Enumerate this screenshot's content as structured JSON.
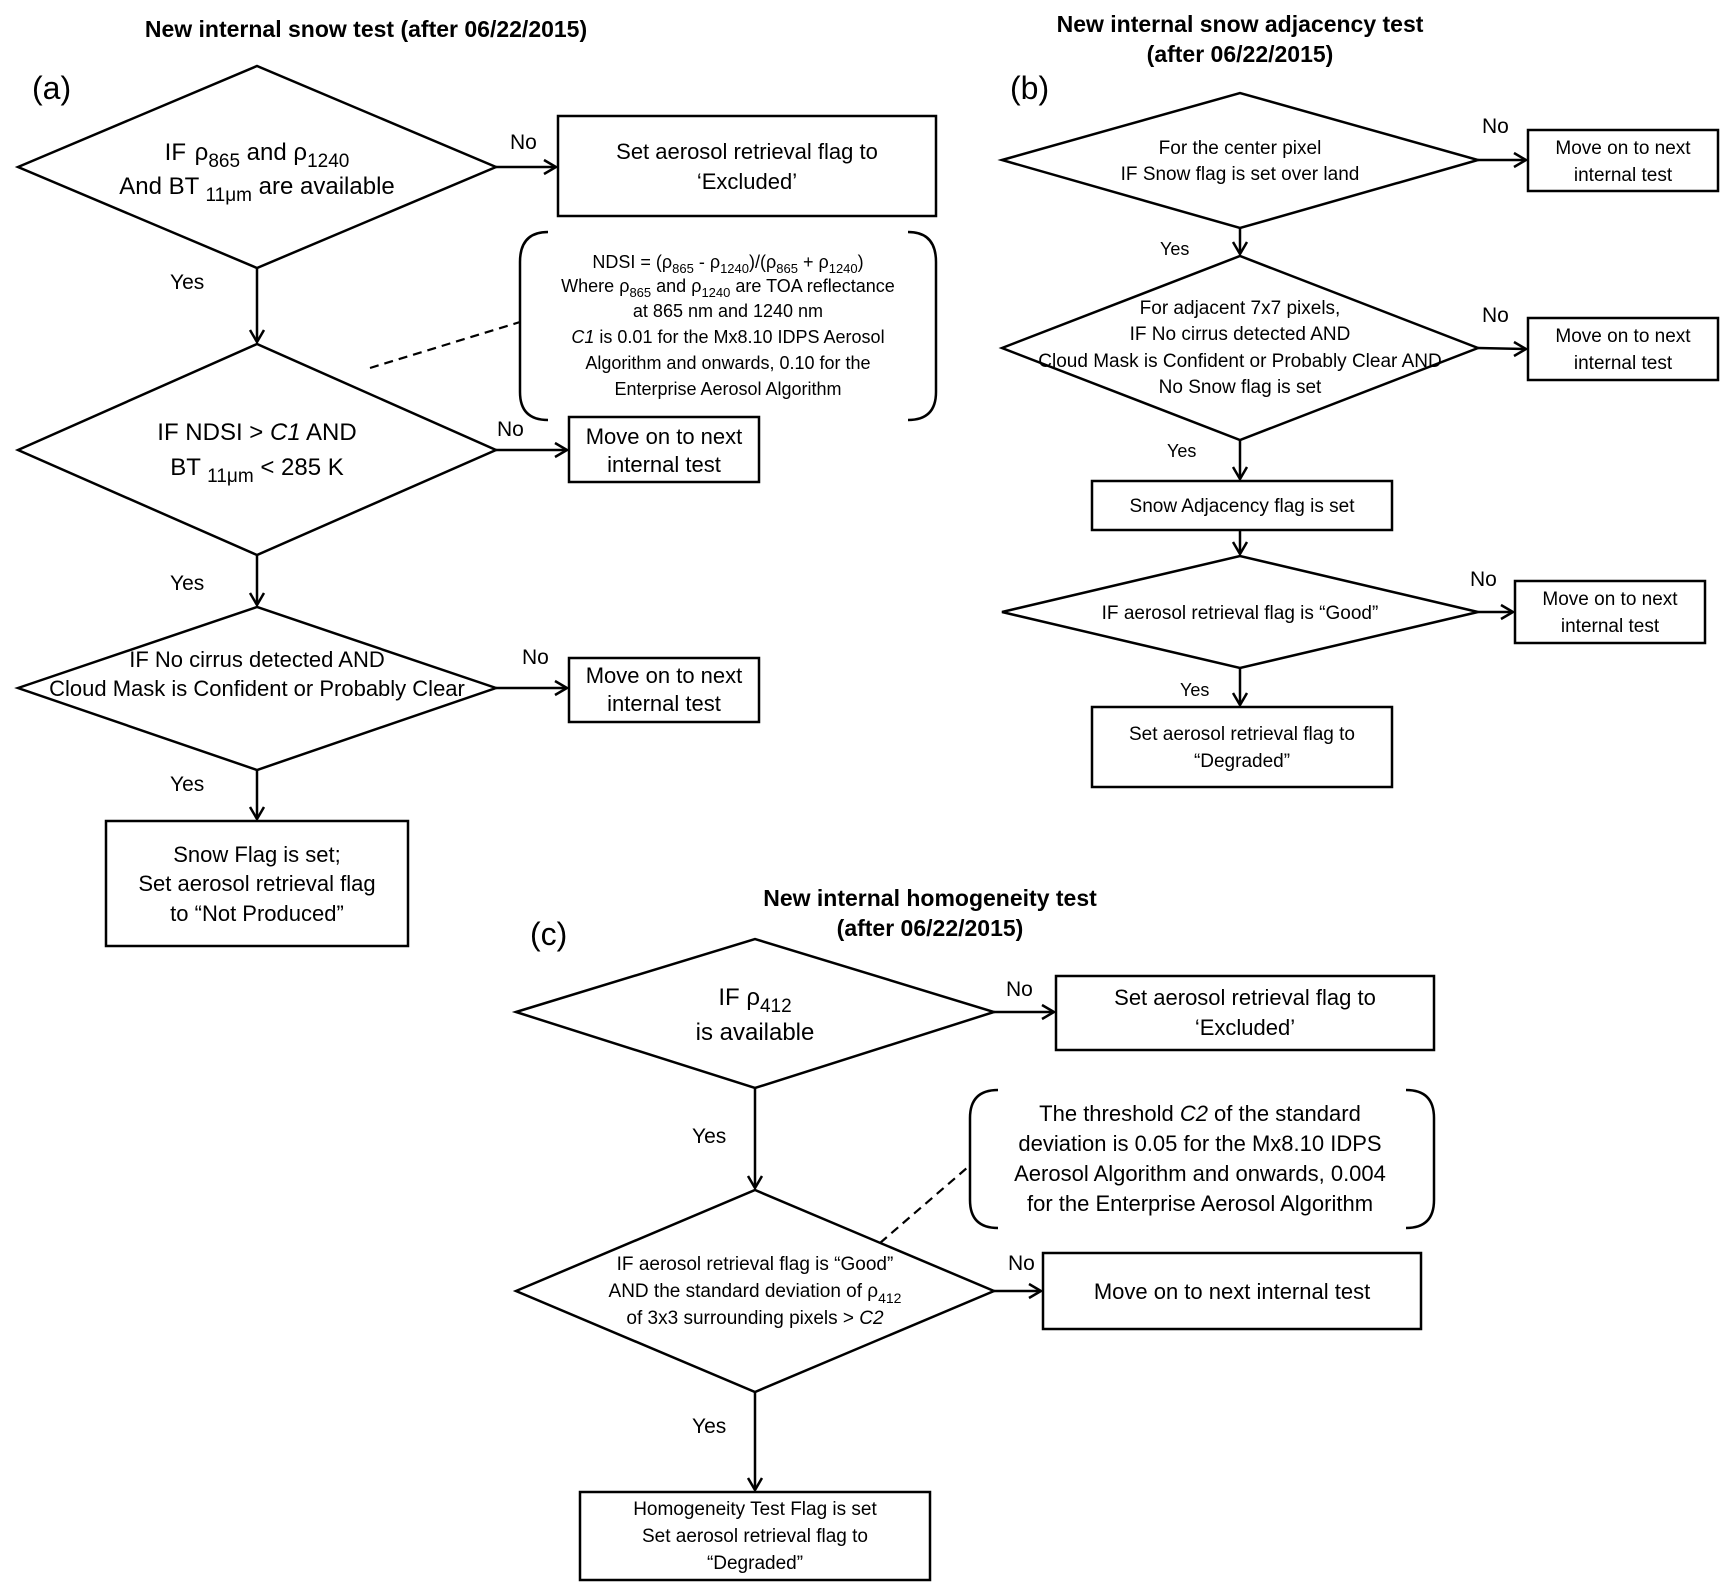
{
  "panel_a": {
    "title": "New internal snow test (after 06/22/2015)",
    "label": "(a)",
    "d1": {
      "l1a": "IF ",
      "rho": "ρ",
      "sub865": "865",
      "and": " and ",
      "sub1240": "1240",
      "l2a": "And BT ",
      "sub11": "11μm",
      "l2b": " are available"
    },
    "b1": {
      "line1": "Set aerosol retrieval flag to",
      "line2": "‘Excluded’"
    },
    "note": {
      "l1a": "NDSI = (",
      "l1b": " - ",
      "l1c": ")/(",
      "l1d": " + ",
      "l1e": ")",
      "l2a": "Where ",
      "l2b": " and ",
      "l2c": " are TOA reflectance",
      "l3": "at 865 nm and 1240 nm",
      "l4a": "C1",
      "l4b": " is 0.01 for the Mx8.10 IDPS Aerosol",
      "l5": "Algorithm and onwards, 0.10 for the",
      "l6": "Enterprise Aerosol Algorithm",
      "rho": "ρ",
      "s865": "865",
      "s1240": "1240"
    },
    "d2": {
      "l1a": "IF NDSI > ",
      "l1b": "C1",
      "l1c": " AND",
      "l2a": "BT ",
      "sub11": "11μm",
      "l2b": " < 285 K"
    },
    "b2": {
      "line1": "Move on to next",
      "line2": "internal test"
    },
    "d3": {
      "line1": "IF No cirrus detected AND",
      "line2": "Cloud Mask is Confident or Probably Clear"
    },
    "b3": {
      "line1": "Move on to next",
      "line2": "internal test"
    },
    "b4": {
      "line1": "Snow Flag is set;",
      "line2": "Set aerosol retrieval flag",
      "line3": "to “Not Produced”"
    },
    "yes": "Yes",
    "no": "No"
  },
  "panel_b": {
    "title1": "New internal snow adjacency test",
    "title2": "(after 06/22/2015)",
    "label": "(b)",
    "d1": {
      "line1": "For the center pixel",
      "line2": "IF Snow flag is set over land"
    },
    "b1": {
      "line1": "Move on to next",
      "line2": "internal test"
    },
    "d2": {
      "line1": "For adjacent 7x7 pixels,",
      "line2": "IF No cirrus detected AND",
      "line3": "Cloud Mask is Confident or Probably Clear AND",
      "line4": "No Snow flag is set"
    },
    "b2": {
      "line1": "Move on to next",
      "line2": "internal test"
    },
    "b3": "Snow Adjacency flag is set",
    "d3": "IF aerosol retrieval flag is “Good”",
    "b4": {
      "line1": "Move on to next",
      "line2": "internal test"
    },
    "b5": {
      "line1": "Set aerosol retrieval flag to",
      "line2": "“Degraded”"
    },
    "yes": "Yes",
    "no": "No"
  },
  "panel_c": {
    "title1": "New internal homogeneity test",
    "title2": "(after 06/22/2015)",
    "label": "(c)",
    "d1": {
      "l1a": "IF ",
      "rho": "ρ",
      "sub412": "412",
      "line2": "is available"
    },
    "b1": {
      "line1": "Set aerosol retrieval flag to",
      "line2": "‘Excluded’"
    },
    "note": {
      "l1a": "The threshold ",
      "l1b": "C2",
      "l1c": " of the standard",
      "line2": "deviation is 0.05 for the Mx8.10 IDPS",
      "line3": "Aerosol Algorithm and onwards, 0.004",
      "line4": "for the Enterprise Aerosol Algorithm"
    },
    "d2": {
      "line1": "IF aerosol retrieval flag is “Good”",
      "l2a": "AND the standard deviation of ",
      "rho": "ρ",
      "sub412": "412",
      "l3a": "of 3x3 surrounding pixels > ",
      "l3b": "C2"
    },
    "b2": "Move on to next internal test",
    "b3": {
      "line1": "Homogeneity Test Flag is set",
      "line2": "Set aerosol retrieval flag to",
      "line3": "“Degraded”"
    },
    "yes": "Yes",
    "no": "No"
  }
}
